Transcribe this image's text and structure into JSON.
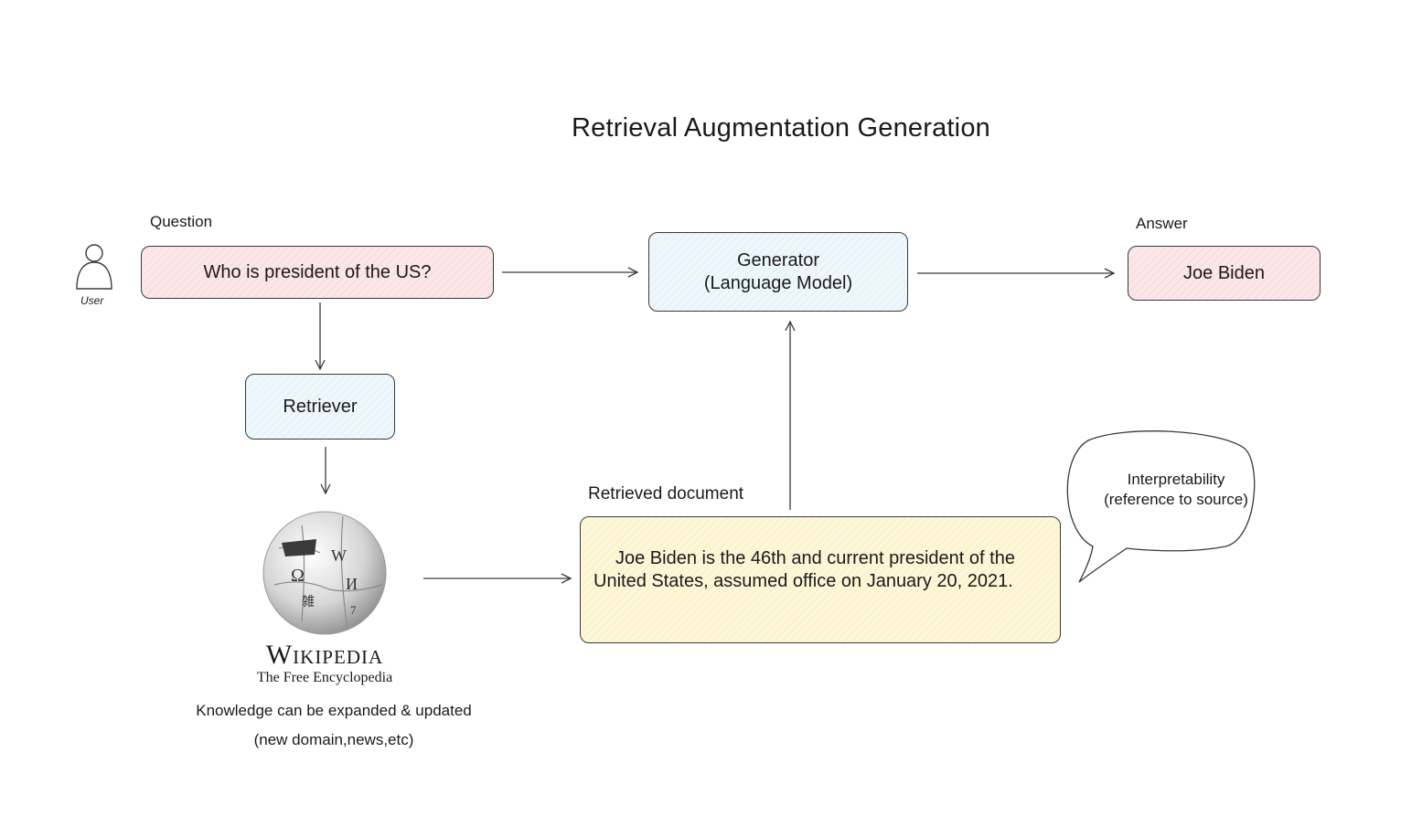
{
  "title": "Retrieval Augmentation Generation",
  "user": {
    "label": "User"
  },
  "question": {
    "heading": "Question",
    "text": "Who is president of the US?"
  },
  "generator": {
    "line1": "Generator",
    "line2": "(Language Model)"
  },
  "answer": {
    "heading": "Answer",
    "text": "Joe Biden"
  },
  "retriever": {
    "text": "Retriever"
  },
  "wikipedia": {
    "wordmark": "Wikipedia",
    "tagline": "The Free Encyclopedia",
    "note1": "Knowledge can be expanded & updated",
    "note2": "(new domain,news,etc)"
  },
  "document": {
    "heading": "Retrieved document",
    "text": "Joe Biden is the 46th and current president of the United States, assumed office on January 20, 2021."
  },
  "callout": {
    "line1": "Interpretability",
    "line2": "(reference to source)"
  },
  "icons": [
    "user-icon",
    "wikipedia-globe-icon"
  ],
  "colors": {
    "question_fill": "#f9dfe2",
    "generator_fill": "#e9f4f9",
    "document_fill": "#fbf2cc",
    "stroke": "#3a3a3a"
  }
}
